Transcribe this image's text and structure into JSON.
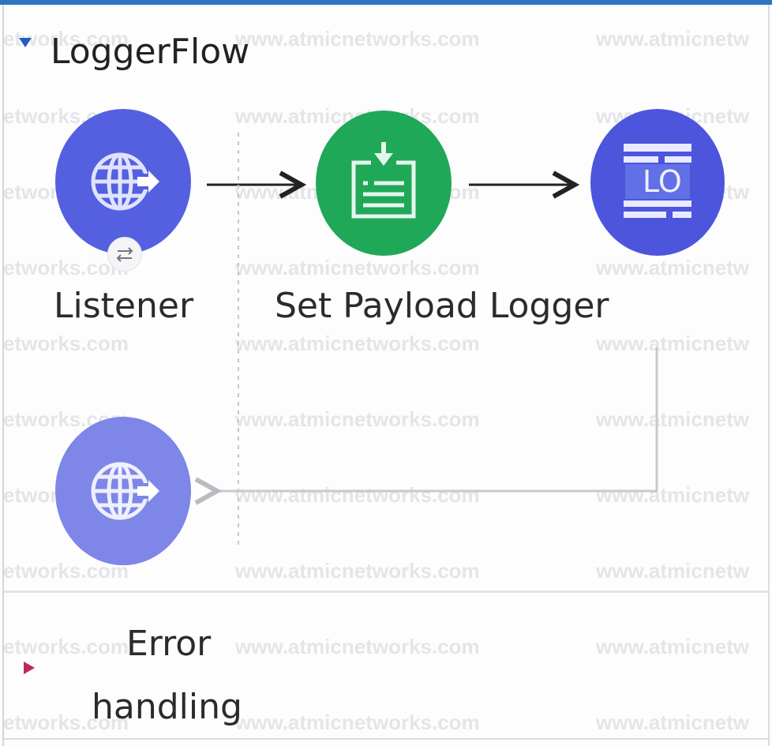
{
  "flow": {
    "title": "LoggerFlow"
  },
  "nodes": {
    "listener": {
      "label": "Listener",
      "icon": "http-listener-globe-icon",
      "color": "#5460e0"
    },
    "set_payload": {
      "label": "Set Payload",
      "icon": "set-payload-download-icon",
      "color": "#1fa858"
    },
    "logger": {
      "label": "Logger",
      "icon": "logger-icon",
      "color": "#4c55dc",
      "overlay_text": "LO"
    },
    "response": {
      "icon": "http-response-globe-icon",
      "color": "#7e86e8"
    }
  },
  "labels_row": "Set Payload Logger",
  "error_handling": {
    "line1": "Error",
    "line2": "handling"
  },
  "watermark": {
    "full": "www.atmicnetworks.com",
    "left_fragment": "etworks.com",
    "right_fragment": "www.atmicnetw"
  },
  "colors": {
    "top_border": "#2f74c0",
    "expand_triangle": "#1f5fbf",
    "collapse_triangle": "#c0275a"
  }
}
